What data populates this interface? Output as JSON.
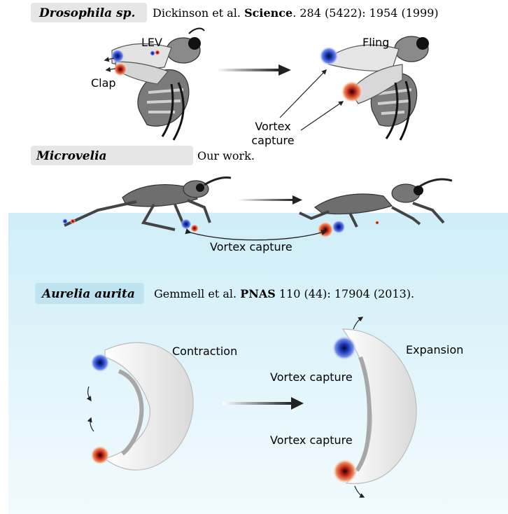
{
  "sections": {
    "drosophila": {
      "species": "Drosophila sp.",
      "citation_authors": "Dickinson et al.",
      "citation_journal": "Science",
      "citation_details": "284 (5422): 1954 (1999)",
      "labels": {
        "lev": "LEV",
        "clap": "Clap",
        "fling": "Fling",
        "vortex_1": "Vortex",
        "vortex_2": "capture"
      }
    },
    "microvelia": {
      "species": "Microvelia",
      "note": "Our work.",
      "labels": {
        "vortex_capture": "Vortex capture"
      }
    },
    "aurelia": {
      "species": "Aurelia aurita",
      "citation_authors": "Gemmell et al.",
      "citation_journal": "PNAS",
      "citation_details": "110 (44): 17904 (2013).",
      "labels": {
        "contraction": "Contraction",
        "expansion": "Expansion",
        "vortex_capture_top": "Vortex capture",
        "vortex_capture_bottom": "Vortex capture"
      }
    }
  },
  "colors": {
    "vortex_blue": "#1a3fbf",
    "vortex_red": "#c0281a",
    "water": "#dff2f9",
    "title_box": "#e6e6e6",
    "aurelia_box": "#bfe3f0"
  }
}
